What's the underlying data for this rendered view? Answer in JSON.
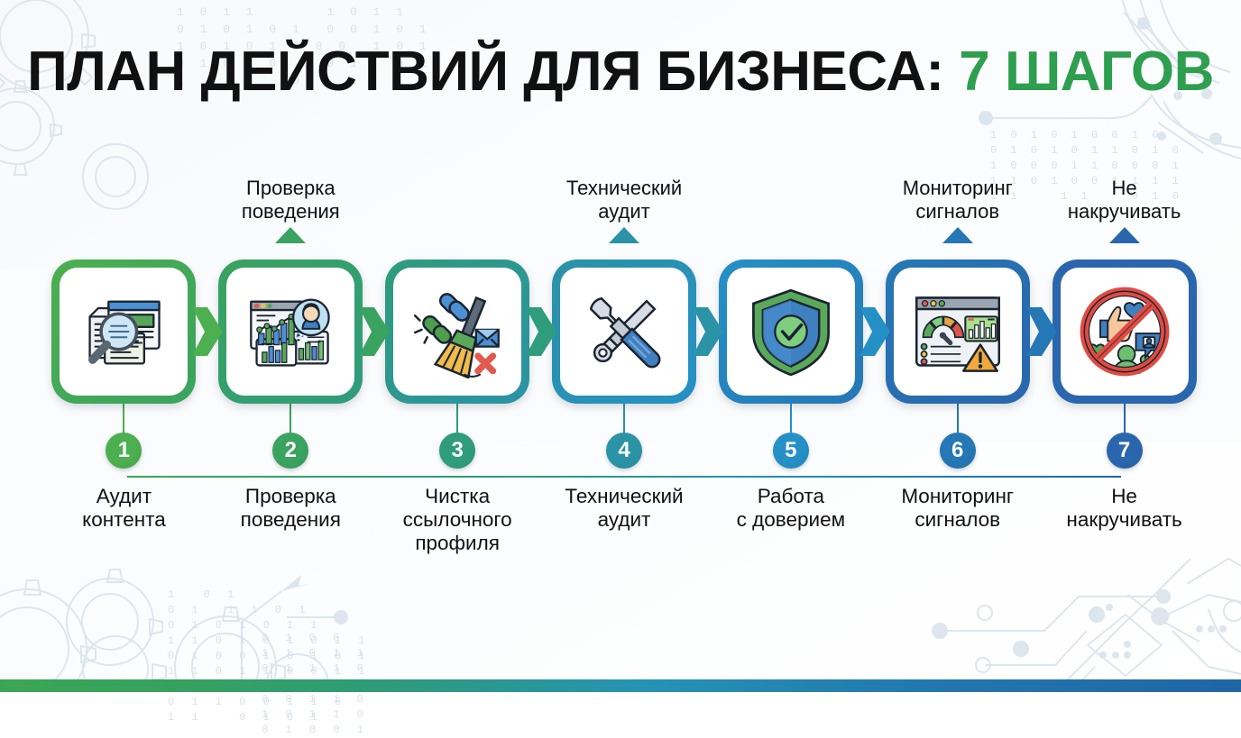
{
  "header": {
    "title_main": "ПЛАН ДЕЙСТВИЙ ДЛЯ БИЗНЕСА:",
    "title_accent": "7 ШАГОВ",
    "accent_color": "#2e9e4f"
  },
  "theme": {
    "step_colors": [
      "#4caf50",
      "#3aa35f",
      "#2f9c7b",
      "#2b93a6",
      "#2590c6",
      "#2577b5",
      "#2a66ad"
    ],
    "gradient_start": "#3aa655",
    "gradient_end": "#2065a6",
    "text_color": "#111111",
    "background": "#ffffff",
    "decor_color": "#dde6ee"
  },
  "decor": {
    "binary_top_left": "1 0 1 1      1 0 1 1\n0 1 0 1 0 1  0 0 1 0 1\n1 0 1 0 1 0 0 0  1 0 1\n0 1 0 1 0  1 0 1   0 1\n1         0    1",
    "binary_top_right": "1 0 1 0 1 0 0 1 0\n0 1 0 1 0 1 1 0 1 0\n1 0 0 0 1 1 0 0 0 1\n1 1 0 1 0 0 1 1 1 1\n1 1    1 1    0 1 0",
    "binary_bottom_left": "1  0 1\n0 1  1 1 0 1\n0 1 0 1 0 1 1\n1 1 0 1 0 1 0 1 1\n0 1 0 0 1 0 1 0 1\n1 1 0 1 1 0 0 1 1\n1 0 1 0 1 1 0 1\n0 1 1 0 0 1 1 0\n1 1   0 1 0 1",
    "binary_bottom_right": "0 1 0 0\n1 1 0 1 1\n0 1 1 1 0\n1 1 1 1 1\n0 0 1 1 0\n1 0 1 1 0\n0 1 0 0 1"
  },
  "steps": [
    {
      "number": "1",
      "color": "#4caf50",
      "bottom_label": "Аудит\nконтента",
      "top_label": "",
      "icon": "content-audit-icon"
    },
    {
      "number": "2",
      "color": "#3aa35f",
      "bottom_label": "Проверка\nповедения",
      "top_label": "Проверка\nповедения",
      "icon": "behavior-analytics-icon"
    },
    {
      "number": "3",
      "color": "#2f9c7b",
      "bottom_label": "Чистка\nссылочного\nпрофиля",
      "top_label": "",
      "icon": "link-cleanup-broom-icon"
    },
    {
      "number": "4",
      "color": "#2b93a6",
      "bottom_label": "Технический\nаудит",
      "top_label": "Технический\nаудит",
      "icon": "wrench-screwdriver-icon"
    },
    {
      "number": "5",
      "color": "#2590c6",
      "bottom_label": "Работа\nс доверием",
      "top_label": "",
      "icon": "shield-check-icon"
    },
    {
      "number": "6",
      "color": "#2577b5",
      "bottom_label": "Мониторинг\nсигналов",
      "top_label": "Мониторинг\nсигналов",
      "icon": "monitoring-dashboard-icon"
    },
    {
      "number": "7",
      "color": "#2a66ad",
      "bottom_label": "Не\nнакручивать",
      "top_label": "Не\nнакручивать",
      "icon": "no-fake-engagement-icon"
    }
  ]
}
